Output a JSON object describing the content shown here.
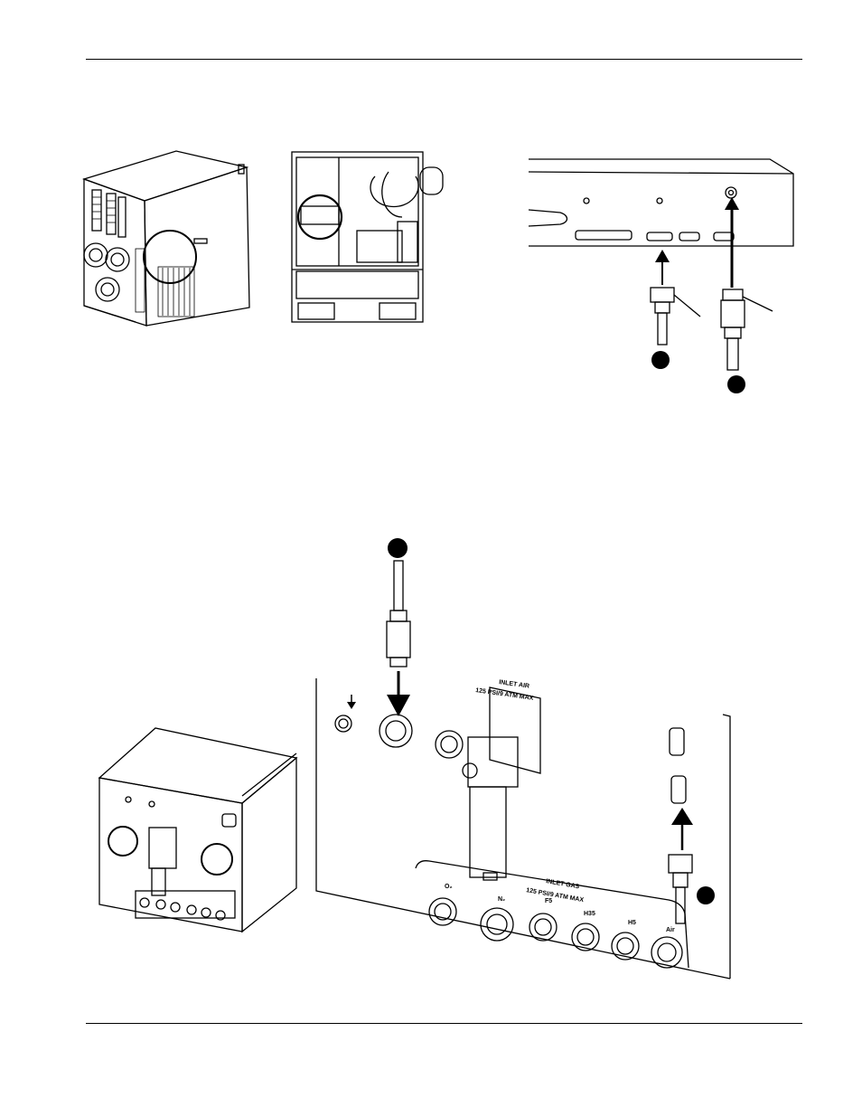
{
  "document": {
    "header_rule": true,
    "footer_rule": true
  },
  "panel_labels": {
    "inlet_air": "INLET AIR",
    "inlet_air_rating": "125 PSI/9 ATM MAX",
    "inlet_gas": "INLET GAS",
    "inlet_gas_rating": "125 PSI/9 ATM MAX",
    "gas_o2": "O₂",
    "gas_n2": "N₂",
    "gas_f5": "F5",
    "gas_h35": "H35",
    "gas_h5": "H5",
    "gas_air": "Air"
  },
  "icons": [
    "ground-symbol",
    "callout-marker",
    "arrow-up",
    "arrow-down"
  ],
  "colors": {
    "ink": "#000000",
    "paper": "#ffffff"
  }
}
